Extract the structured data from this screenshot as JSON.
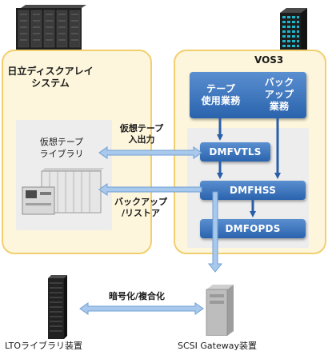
{
  "hitachi": {
    "title_line1": "日立ディスクアレイ",
    "title_line2": "システム"
  },
  "vos3": {
    "title": "VOS3"
  },
  "top_box": {
    "left_line1": "テープ",
    "left_line2": "使用業務",
    "right_line1": "バック",
    "right_line2": "アップ",
    "right_line3": "業務"
  },
  "boxes": {
    "dmfvtls": "DMFVTLS",
    "dmfhss": "DMFHSS",
    "dmfopds": "DMFOPDS"
  },
  "virtual_tape": {
    "line1": "仮想テープ",
    "line2": "ライブラリ"
  },
  "arrows": {
    "io_line1": "仮想テープ",
    "io_line2": "入出力",
    "backup_line1": "バックアップ",
    "backup_line2": "/リストア",
    "crypto": "暗号化/複合化"
  },
  "devices": {
    "lto": "LTOライブラリ装置",
    "scsi": "SCSI  Gateway装置"
  },
  "colors": {
    "panel_border": "#f2cf6e",
    "panel_fill": "#fdf6dc",
    "arrow_blue": "#3a6fb5",
    "box_blue": "#2a63ad"
  }
}
